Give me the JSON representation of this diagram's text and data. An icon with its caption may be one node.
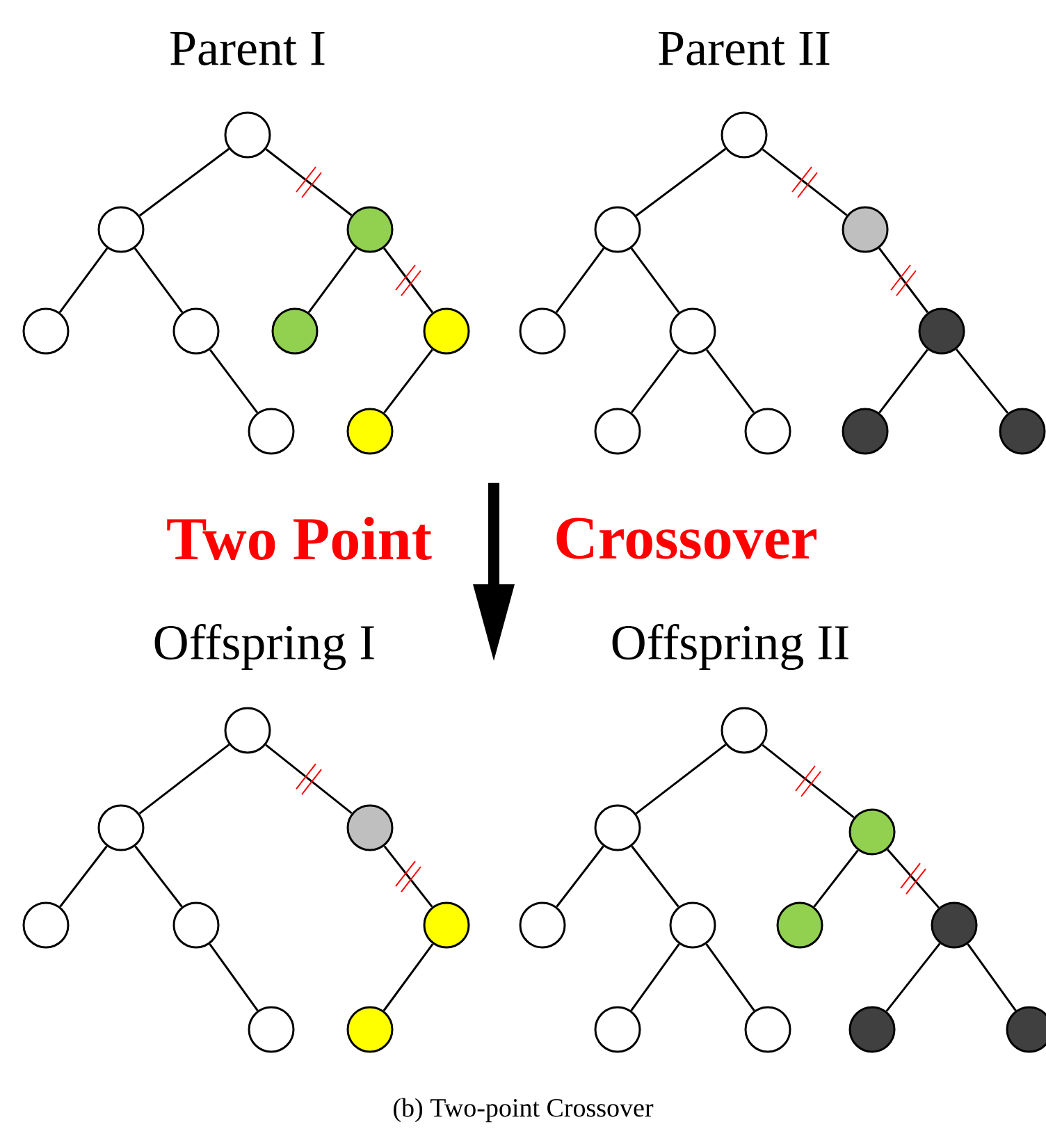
{
  "diagram": {
    "caption": "(b) Two-point Crossover",
    "nodes": [
      {
        "text": [],
        "shape": "circle"
      },
      {
        "text": [],
        "shape": "circle"
      },
      {
        "text": [],
        "shape": "circle"
      },
      {
        "text": [],
        "shape": "circle"
      },
      {
        "text": [],
        "shape": "circle"
      },
      {
        "text": [],
        "shape": "circle"
      },
      {
        "text": [],
        "shape": "circle"
      },
      {
        "text": [],
        "shape": "circle"
      },
      {
        "text": [],
        "shape": "circle"
      },
      {
        "text": [],
        "shape": "circle"
      },
      {
        "text": [],
        "shape": "circle"
      },
      {
        "text": [],
        "shape": "circle"
      },
      {
        "text": [],
        "shape": "circle"
      },
      {
        "text": [],
        "shape": "circle"
      },
      {
        "text": [],
        "shape": "circle"
      },
      {
        "text": [],
        "shape": "circle"
      },
      {
        "text": [],
        "shape": "circle"
      },
      {
        "text": [],
        "shape": "circle"
      },
      {
        "text": [],
        "shape": "circle"
      },
      {
        "text": [],
        "shape": "circle"
      },
      {
        "text": [],
        "shape": "circle"
      },
      {
        "text": [],
        "shape": "circle"
      },
      {
        "text": [],
        "shape": "circle"
      },
      {
        "text": [],
        "shape": "circle"
      },
      {
        "text": [],
        "shape": "circle"
      },
      {
        "text": [],
        "shape": "circle"
      },
      {
        "text": [],
        "shape": "circle"
      },
      {
        "text": [],
        "shape": "circle"
      },
      {
        "text": [],
        "shape": "circle"
      },
      {
        "text": [],
        "shape": "circle"
      },
      {
        "text": [],
        "shape": "circle"
      },
      {
        "text": [],
        "shape": "circle"
      },
      {
        "text": [],
        "shape": "circle"
      },
      {
        "text": [],
        "shape": "circle"
      },
      {
        "text": [],
        "shape": "circle"
      },
      {
        "text": [],
        "shape": "circle"
      },
      {
        "text": [],
        "shape": "circle"
      },
      {
        "text": [],
        "shape": "circle"
      }
    ],
    "edges": [
      {
        "from": 0,
        "to": 1,
        "arrow": "none"
      },
      {
        "from": 0,
        "to": 2,
        "arrow": "none"
      },
      {
        "from": 1,
        "to": 3,
        "arrow": "none"
      },
      {
        "from": 1,
        "to": 4,
        "arrow": "none"
      },
      {
        "from": 2,
        "to": 5,
        "arrow": "none"
      },
      {
        "from": 2,
        "to": 6,
        "arrow": "none"
      },
      {
        "from": 4,
        "to": 7,
        "arrow": "none"
      },
      {
        "from": 6,
        "to": 8,
        "arrow": "none"
      },
      {
        "from": 9,
        "to": 10,
        "arrow": "none"
      },
      {
        "from": 9,
        "to": 11,
        "arrow": "none"
      },
      {
        "from": 10,
        "to": 12,
        "arrow": "none"
      },
      {
        "from": 10,
        "to": 13,
        "arrow": "none"
      },
      {
        "from": 11,
        "to": 14,
        "arrow": "none"
      },
      {
        "from": 13,
        "to": 15,
        "arrow": "none"
      },
      {
        "from": 13,
        "to": 16,
        "arrow": "none"
      },
      {
        "from": 14,
        "to": 17,
        "arrow": "none"
      },
      {
        "from": 14,
        "to": 18,
        "arrow": "none"
      },
      {
        "from": 19,
        "to": 20,
        "arrow": "none"
      },
      {
        "from": 19,
        "to": 21,
        "arrow": "none"
      },
      {
        "from": 20,
        "to": 22,
        "arrow": "none"
      },
      {
        "from": 20,
        "to": 23,
        "arrow": "none"
      },
      {
        "from": 21,
        "to": 24,
        "arrow": "none"
      },
      {
        "from": 23,
        "to": 25,
        "arrow": "none"
      },
      {
        "from": 24,
        "to": 26,
        "arrow": "none"
      },
      {
        "from": 27,
        "to": 28,
        "arrow": "none"
      },
      {
        "from": 27,
        "to": 29,
        "arrow": "none"
      },
      {
        "from": 28,
        "to": 30,
        "arrow": "none"
      },
      {
        "from": 28,
        "to": 31,
        "arrow": "none"
      },
      {
        "from": 29,
        "to": 32,
        "arrow": "none"
      },
      {
        "from": 29,
        "to": 33,
        "arrow": "none"
      },
      {
        "from": 31,
        "to": 34,
        "arrow": "none"
      },
      {
        "from": 31,
        "to": 35,
        "arrow": "none"
      },
      {
        "from": 33,
        "to": 36,
        "arrow": "none"
      },
      {
        "from": 33,
        "to": 37,
        "arrow": "none"
      }
    ],
    "labels": [
      "Parent I",
      "Parent II",
      "Two Point",
      "Crossover",
      "Offspring I",
      "Offspring II"
    ]
  }
}
